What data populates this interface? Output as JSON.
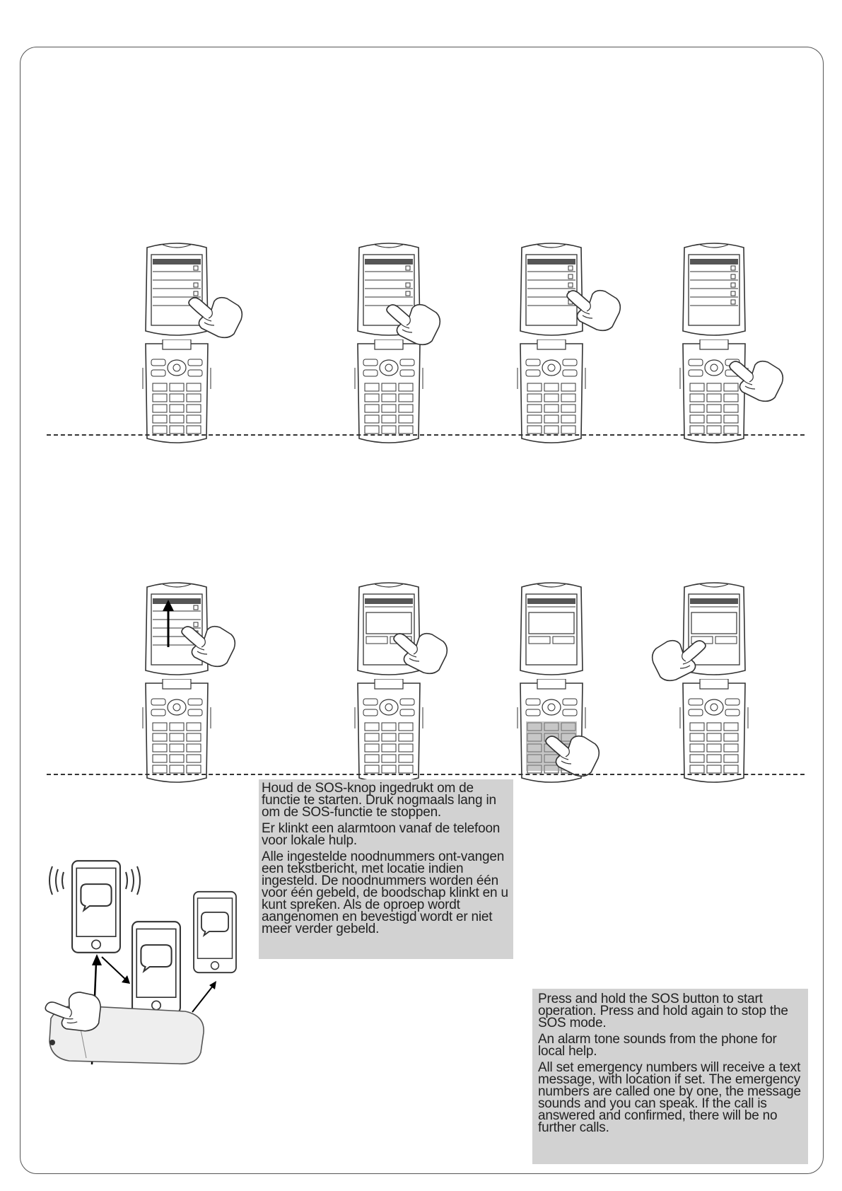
{
  "steps_row1": [
    "step-1",
    "step-2",
    "step-3",
    "step-4"
  ],
  "steps_row2": [
    "step-5",
    "step-6",
    "step-7",
    "step-8"
  ],
  "icons": [
    "flip-phone-icon",
    "pointing-hand-icon",
    "smartphone-icon",
    "speech-bubble-icon",
    "vibration-icon",
    "arrow-icon"
  ],
  "text_dutch": {
    "p1": "Houd de SOS-knop ingedrukt om de functie te starten. Druk nogmaals lang in om de SOS-functie te stoppen.",
    "p2": "Er klinkt een alarmtoon vanaf de telefoon voor lokale hulp.",
    "p3": "Alle ingestelde noodnummers ont-vangen een tekstbericht, met locatie indien ingesteld. De noodnummers worden één voor één gebeld, de boodschap klinkt en u kunt spreken. Als de oproep wordt aangenomen en bevestigd wordt er niet meer verder gebeld."
  },
  "text_english": {
    "p1": "Press and hold the SOS button to start operation. Press and hold again to stop the SOS mode.",
    "p2": "An alarm tone sounds from the phone for local help.",
    "p3": "All set emergency numbers will receive a text message, with location if set. The emergency numbers are called one by one, the message sounds and you can speak. If the call is answered and confirmed, there will be no further calls."
  }
}
